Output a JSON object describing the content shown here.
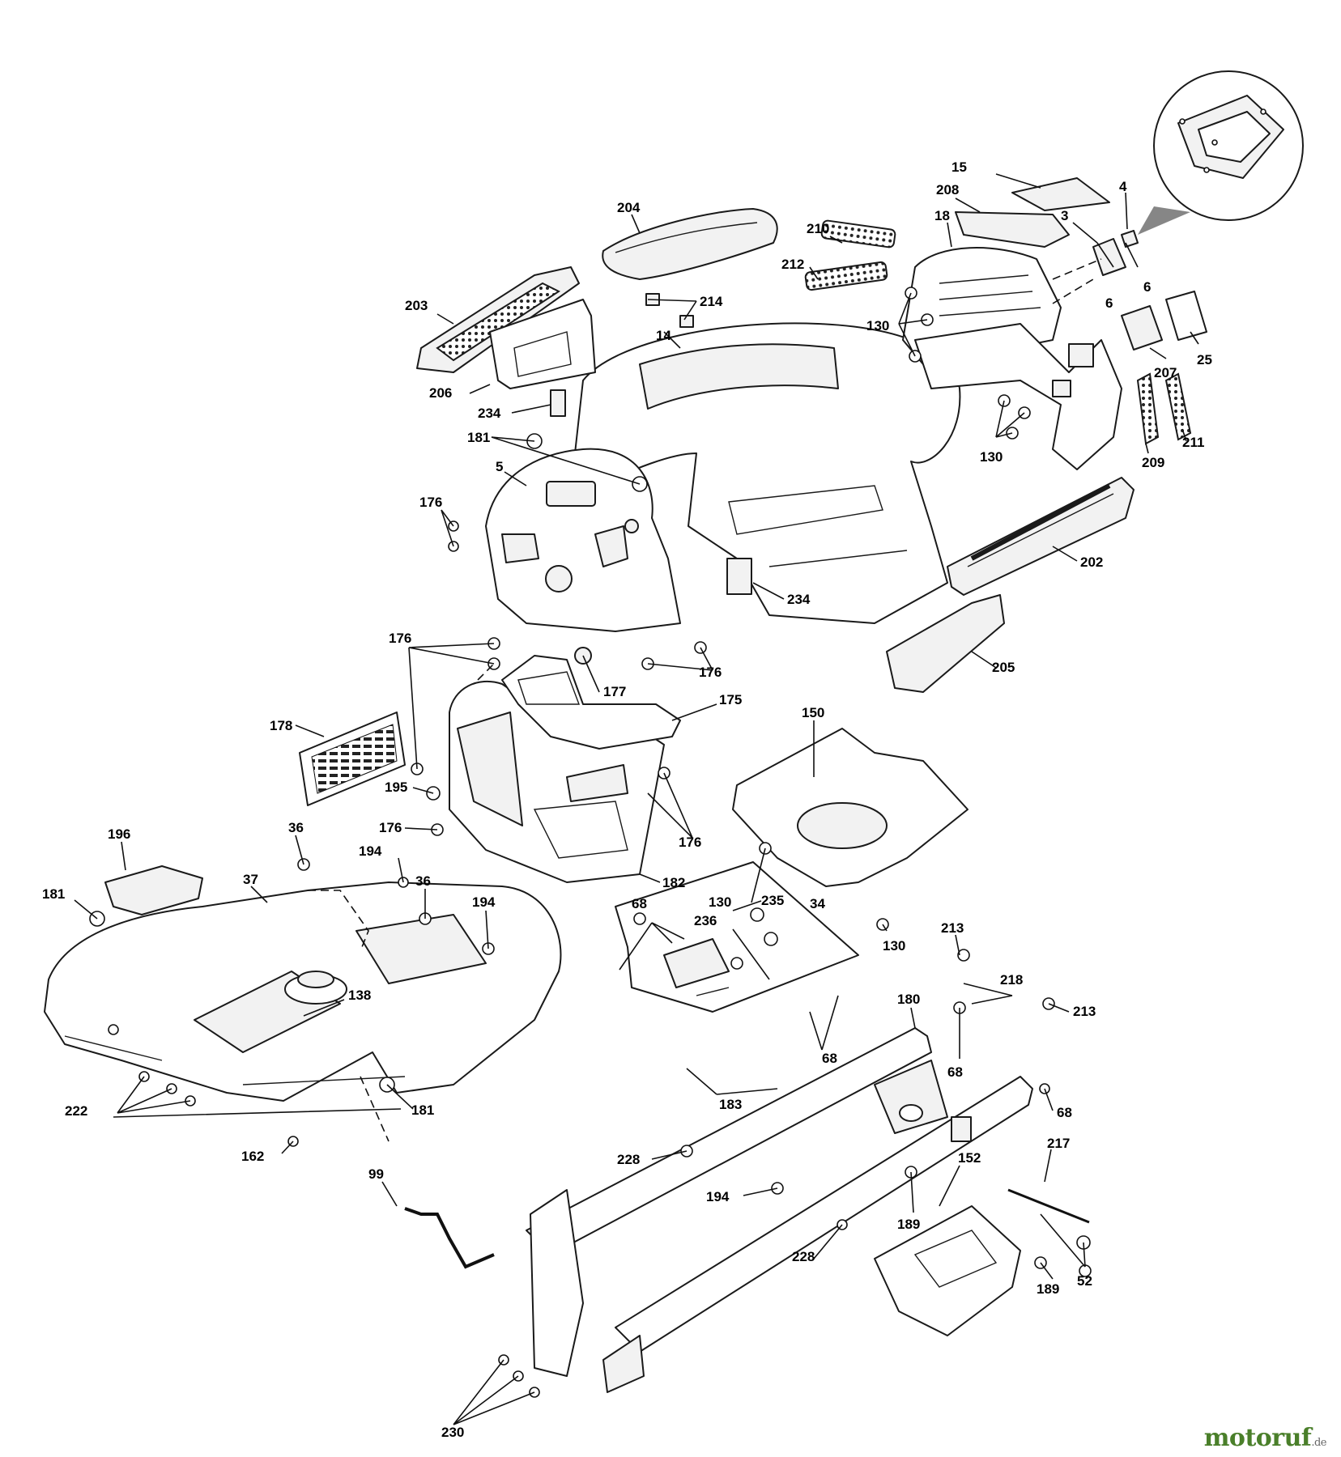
{
  "callouts": [
    {
      "id": "c15",
      "text": "15"
    },
    {
      "id": "c4",
      "text": "4"
    },
    {
      "id": "c208",
      "text": "208"
    },
    {
      "id": "c3",
      "text": "3"
    },
    {
      "id": "c18",
      "text": "18"
    },
    {
      "id": "c204",
      "text": "204"
    },
    {
      "id": "c210",
      "text": "210"
    },
    {
      "id": "c6a",
      "text": "6"
    },
    {
      "id": "c6b",
      "text": "6"
    },
    {
      "id": "c212",
      "text": "212"
    },
    {
      "id": "c214",
      "text": "214"
    },
    {
      "id": "c203",
      "text": "203"
    },
    {
      "id": "c130a",
      "text": "130"
    },
    {
      "id": "c14",
      "text": "14"
    },
    {
      "id": "c25",
      "text": "25"
    },
    {
      "id": "c207",
      "text": "207"
    },
    {
      "id": "c206",
      "text": "206"
    },
    {
      "id": "c234a",
      "text": "234"
    },
    {
      "id": "c130b",
      "text": "130"
    },
    {
      "id": "c211",
      "text": "211"
    },
    {
      "id": "c181a",
      "text": "181"
    },
    {
      "id": "c209",
      "text": "209"
    },
    {
      "id": "c5",
      "text": "5"
    },
    {
      "id": "c176a",
      "text": "176"
    },
    {
      "id": "c202",
      "text": "202"
    },
    {
      "id": "c234b",
      "text": "234"
    },
    {
      "id": "c176b",
      "text": "176"
    },
    {
      "id": "c176c",
      "text": "176"
    },
    {
      "id": "c205",
      "text": "205"
    },
    {
      "id": "c177",
      "text": "177"
    },
    {
      "id": "c175",
      "text": "175"
    },
    {
      "id": "c150",
      "text": "150"
    },
    {
      "id": "c178",
      "text": "178"
    },
    {
      "id": "c195",
      "text": "195"
    },
    {
      "id": "c176d",
      "text": "176"
    },
    {
      "id": "c176e",
      "text": "176"
    },
    {
      "id": "c196",
      "text": "196"
    },
    {
      "id": "c36a",
      "text": "36"
    },
    {
      "id": "c194a",
      "text": "194"
    },
    {
      "id": "c36b",
      "text": "36"
    },
    {
      "id": "c181b",
      "text": "181"
    },
    {
      "id": "c37",
      "text": "37"
    },
    {
      "id": "c182",
      "text": "182"
    },
    {
      "id": "c130c",
      "text": "130"
    },
    {
      "id": "c194b",
      "text": "194"
    },
    {
      "id": "c68a",
      "text": "68"
    },
    {
      "id": "c235",
      "text": "235"
    },
    {
      "id": "c34",
      "text": "34"
    },
    {
      "id": "c236",
      "text": "236"
    },
    {
      "id": "c130d",
      "text": "130"
    },
    {
      "id": "c213a",
      "text": "213"
    },
    {
      "id": "c218",
      "text": "218"
    },
    {
      "id": "c138",
      "text": "138"
    },
    {
      "id": "c180",
      "text": "180"
    },
    {
      "id": "c213b",
      "text": "213"
    },
    {
      "id": "c68b",
      "text": "68"
    },
    {
      "id": "c68c",
      "text": "68"
    },
    {
      "id": "c183",
      "text": "183"
    },
    {
      "id": "c68d",
      "text": "68"
    },
    {
      "id": "c222",
      "text": "222"
    },
    {
      "id": "c181c",
      "text": "181"
    },
    {
      "id": "c162",
      "text": "162"
    },
    {
      "id": "c228a",
      "text": "228"
    },
    {
      "id": "c217",
      "text": "217"
    },
    {
      "id": "c152",
      "text": "152"
    },
    {
      "id": "c99",
      "text": "99"
    },
    {
      "id": "c194c",
      "text": "194"
    },
    {
      "id": "c189a",
      "text": "189"
    },
    {
      "id": "c228b",
      "text": "228"
    },
    {
      "id": "c52",
      "text": "52"
    },
    {
      "id": "c189b",
      "text": "189"
    },
    {
      "id": "c230",
      "text": "230"
    }
  ],
  "watermark": {
    "brand": "motoruf",
    "domain": ".de"
  }
}
